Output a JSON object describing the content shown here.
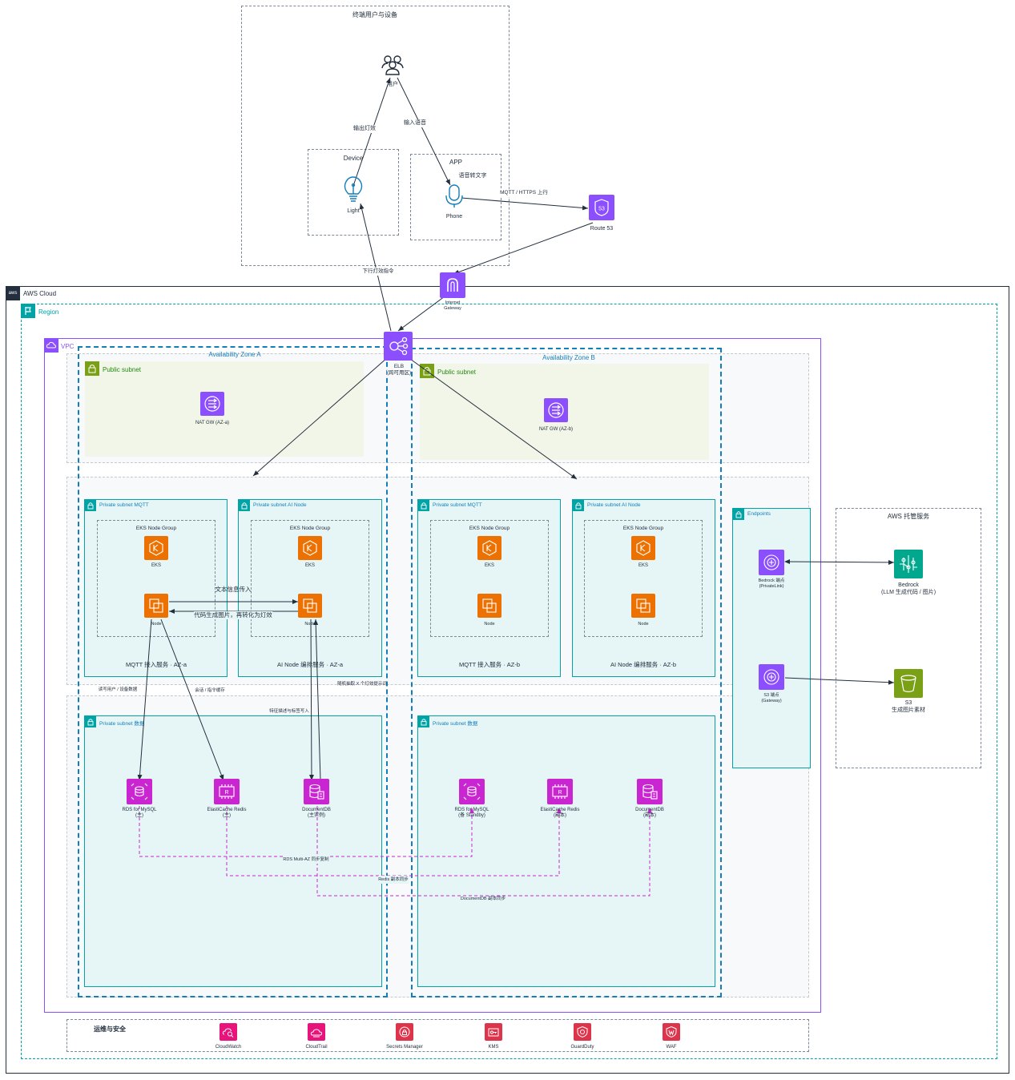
{
  "colors": {
    "aws_dark": "#232f3e",
    "vpc_purple": "#8c4fff",
    "region_teal": "#00a4a6",
    "public_green": "#7aa116",
    "public_fill": "#f2f6e8",
    "private_teal": "#147eba",
    "private_fill": "#e6f6f7",
    "az_blue": "#147eba",
    "compute_orange": "#ed7100",
    "database_magenta": "#c925d1",
    "network_purple": "#8c4fff",
    "ml_teal": "#01a88d",
    "storage_green": "#7aa116",
    "security_red": "#dd344c",
    "mgmt_pink": "#e7157b",
    "replication_magenta": "#c925d1"
  },
  "end_users": {
    "title": "终端用户与设备",
    "users_label": "用户",
    "device": {
      "title": "Device",
      "light_label": "Light"
    },
    "app": {
      "title": "APP",
      "speech_label": "语音转文字",
      "phone_label": "Phone"
    }
  },
  "route53": {
    "label": "Route 53",
    "icon": "route53-icon"
  },
  "internet_gateway": {
    "label": "Internet Gateway",
    "line1": "Internet",
    "line2": "Gateway"
  },
  "aws_cloud": {
    "title": "AWS Cloud"
  },
  "region": {
    "title": "Region"
  },
  "vpc": {
    "title": "VPC"
  },
  "elb": {
    "line1": "ELB",
    "line2": "(跨可用区)"
  },
  "az_a": {
    "title": "Availability Zone A",
    "public_subnet": "Public subnet",
    "nat": "NAT GW (AZ-a)",
    "mqtt": {
      "subnet": "Private subnet MQTT",
      "group": "EKS Node Group",
      "eks": "EKS",
      "node": "Node",
      "service": "MQTT 接入服务 · AZ-a"
    },
    "ai": {
      "subnet": "Private subnet AI Node",
      "group": "EKS Node Group",
      "eks": "EKS",
      "node": "Node",
      "service": "AI Node 编排服务 · AZ-a"
    },
    "data": {
      "subnet": "Private subnet 数据",
      "rds": {
        "line1": "RDS for MySQL",
        "line2": "(主)"
      },
      "redis": {
        "line1": "ElastiCache Redis",
        "line2": "(主)"
      },
      "docdb": {
        "line1": "DocumentDB",
        "line2": "(主实例)"
      }
    }
  },
  "az_b": {
    "title": "Availability Zone B",
    "public_subnet": "Public subnet",
    "nat": "NAT GW (AZ-b)",
    "mqtt": {
      "subnet": "Private subnet MQTT",
      "group": "EKS Node Group",
      "eks": "EKS",
      "node": "Node",
      "service": "MQTT 接入服务 · AZ-b"
    },
    "ai": {
      "subnet": "Private subnet AI Node",
      "group": "EKS Node Group",
      "eks": "EKS",
      "node": "Node",
      "service": "AI Node 编排服务 · AZ-b"
    },
    "data": {
      "subnet": "Private subnet 数据",
      "rds": {
        "line1": "RDS for MySQL",
        "line2": "(备 Standby)"
      },
      "redis": {
        "line1": "ElastiCache Redis",
        "line2": "(副本)"
      },
      "docdb": {
        "line1": "DocumentDB",
        "line2": "(副本)"
      }
    }
  },
  "endpoints": {
    "title": "Endpoints",
    "bedrock": {
      "line1": "Bedrock 端点",
      "line2": "(PrivateLink)"
    },
    "s3": {
      "line1": "S3 端点",
      "line2": "(Gateway)"
    }
  },
  "managed": {
    "title": "AWS 托管服务",
    "bedrock": {
      "line1": "Bedrock",
      "line2": "(LLM 生成代码 / 图片)"
    },
    "s3": {
      "line1": "S3",
      "line2": "生成图片素材"
    }
  },
  "ops": {
    "title": "运维与安全",
    "items": [
      "CloudWatch",
      "CloudTrail",
      "Secrets Manager",
      "KMS",
      "GuardDuty",
      "WAF"
    ]
  },
  "edges": {
    "output_light": "输出灯效",
    "input_voice": "输入语音",
    "mqtt_up": "MQTT / HTTPS 上行",
    "down_cmd": "下行灯效指令",
    "text_in": "文本信息传入",
    "code_gen": "代码生成图片，再转化为灯效",
    "rw_user": "读写用户 / 设备数据",
    "session_cache": "会话 / 指令缓存",
    "random_pick": "随机抽取 X 个灯效提示词",
    "feature_write": "特征描述与标签写入",
    "rds_sync": "RDS Multi-AZ 同步复制",
    "redis_sync": "Redis 副本同步",
    "docdb_sync": "DocumentDB 副本同步"
  }
}
